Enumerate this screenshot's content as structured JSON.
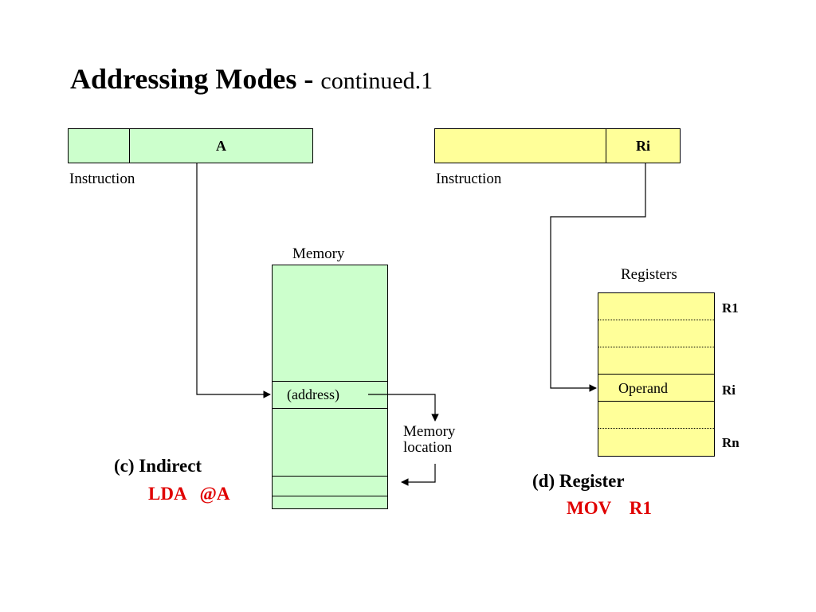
{
  "title": {
    "main": "Addressing Modes - ",
    "sub": "continued.1"
  },
  "indirect": {
    "instruction_field": "A",
    "instruction_label": "Instruction",
    "memory_label": "Memory",
    "address_cell": "(address)",
    "memory_location_label_line1": "Memory",
    "memory_location_label_line2": "location",
    "mode_title": "(c) Indirect",
    "mode_example": "LDA   @A"
  },
  "register": {
    "instruction_field": "Ri",
    "instruction_label": "Instruction",
    "registers_label": "Registers",
    "operand_cell": "Operand",
    "reg_r1": "R1",
    "reg_ri": "Ri",
    "reg_rn": "Rn",
    "mode_title": "(d) Register",
    "mode_example": "MOV    R1"
  },
  "colors": {
    "green_fill": "#ccffcc",
    "yellow_fill": "#ffff99",
    "example_text": "#e00000"
  }
}
